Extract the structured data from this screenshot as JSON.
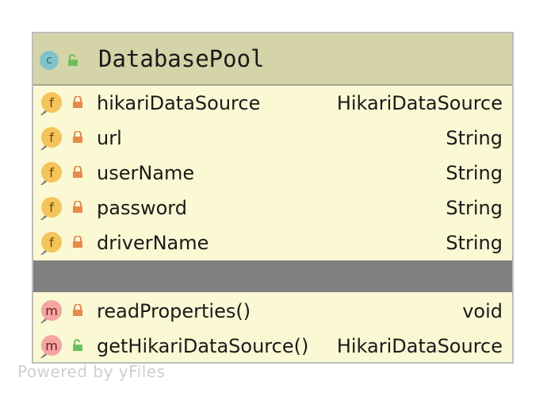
{
  "class": {
    "name": "DatabasePool",
    "icon": "class-icon",
    "visibility_icon": "unlock-icon"
  },
  "fields": [
    {
      "name": "hikariDataSource",
      "type": "HikariDataSource",
      "icon": "field-icon",
      "visibility": "private"
    },
    {
      "name": "url",
      "type": "String",
      "icon": "field-icon",
      "visibility": "private"
    },
    {
      "name": "userName",
      "type": "String",
      "icon": "field-icon",
      "visibility": "private"
    },
    {
      "name": "password",
      "type": "String",
      "icon": "field-icon",
      "visibility": "private"
    },
    {
      "name": "driverName",
      "type": "String",
      "icon": "field-icon",
      "visibility": "private"
    }
  ],
  "methods": [
    {
      "name": "readProperties()",
      "type": "void",
      "icon": "method-icon",
      "visibility": "private"
    },
    {
      "name": "getHikariDataSource()",
      "type": "HikariDataSource",
      "icon": "method-icon",
      "visibility": "public"
    }
  ],
  "watermark": "Powered by yFiles",
  "colors": {
    "header_bg": "#d5d4a8",
    "body_bg": "#fbf8d4",
    "separator": "#808080",
    "field_icon": "#f4c45a",
    "method_icon": "#f5a3a3",
    "class_icon": "#7fc4cc",
    "lock_private": "#e88a4a",
    "lock_public": "#6cbf5a"
  }
}
